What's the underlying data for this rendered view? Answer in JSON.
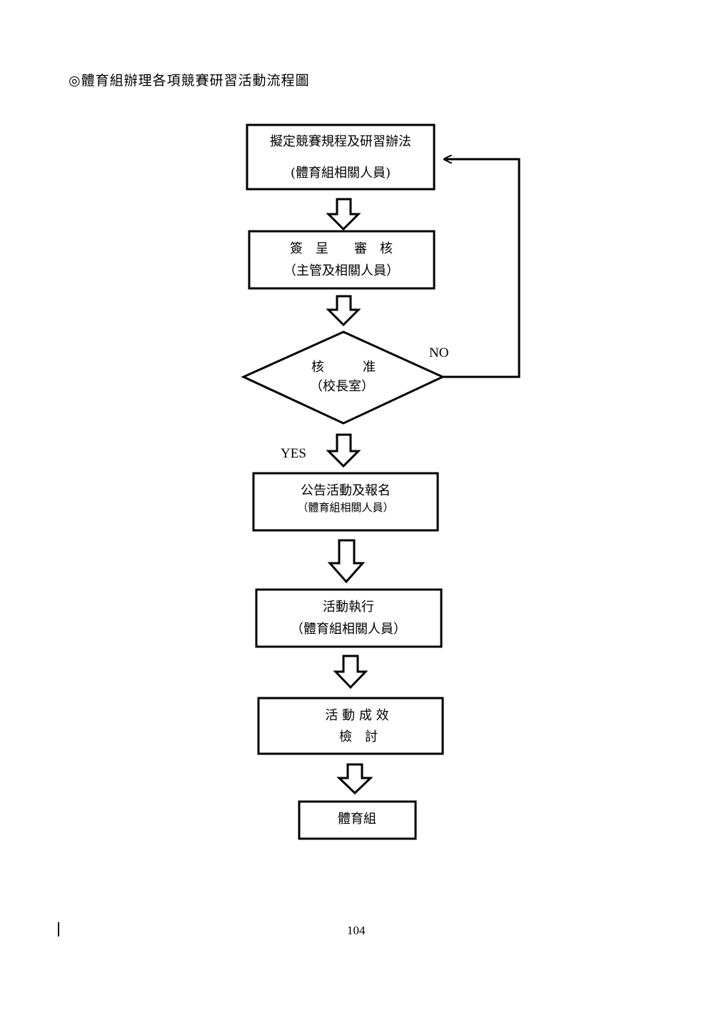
{
  "title": "◎體育組辦理各項競賽研習活動流程圖",
  "nodes": {
    "step1": {
      "line1": "擬定競賽規程及研習辦法",
      "line2": "(體育組相關人員)"
    },
    "step2": {
      "line1": "簽　呈　　審　核",
      "line2": "（主管及相關人員）"
    },
    "decision": {
      "line1": "核　　　准",
      "line2": "（校長室）"
    },
    "step3": {
      "line1": "公告活動及報名",
      "line2": "（體育組相關人員）"
    },
    "step4": {
      "line1": "活動執行",
      "line2": "（體育組相關人員）"
    },
    "step5": {
      "line1": "活 動 成 效",
      "line2": "檢　討"
    },
    "step6": {
      "line1": "體育組"
    }
  },
  "branch_labels": {
    "no": "NO",
    "yes": "YES"
  },
  "page_number": "104"
}
